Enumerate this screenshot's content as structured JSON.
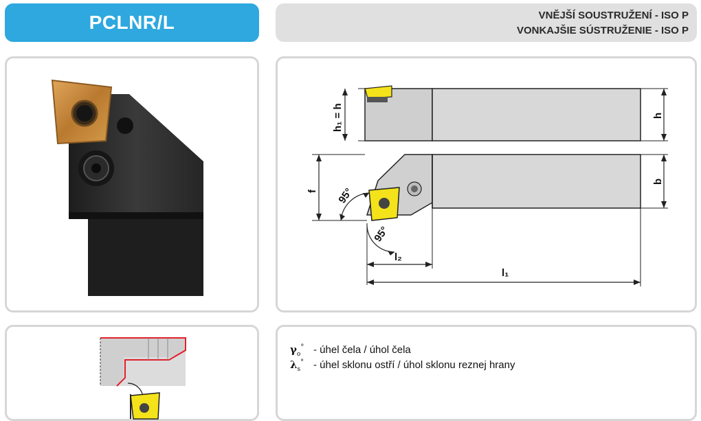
{
  "header": {
    "title": "PCLNR/L",
    "line1": "VNĚJŠÍ SOUSTRUŽENÍ - ISO P",
    "line2": "VONKAJŠIE SÚSTRUŽENIE - ISO P",
    "title_color": "#2ea8de"
  },
  "drawing": {
    "label_h1": "h₁ = h",
    "label_h": "h",
    "label_f": "f",
    "label_b": "b",
    "label_l2": "l₂",
    "label_l1": "l₁",
    "angle_top": "95°",
    "angle_bottom": "95°"
  },
  "legend": {
    "rows": [
      {
        "symbol": "γ",
        "sub": "o",
        "sup": "°",
        "text": "- úhel čela / úhol čela"
      },
      {
        "symbol": "λ",
        "sub": "s",
        "sup": "°",
        "text": "- úhel sklonu ostří / úhol sklonu reznej hrany"
      }
    ]
  },
  "icons": {
    "photo": "tool-holder-photo",
    "insert": "rhombic-insert-icon"
  },
  "colors": {
    "insert_yellow": "#f4e21a",
    "insert_bronze": "#c88a3a",
    "holder_dark": "#2c2c2c",
    "panel_border": "#d6d6d6",
    "header_gray": "#e0e0e0"
  }
}
